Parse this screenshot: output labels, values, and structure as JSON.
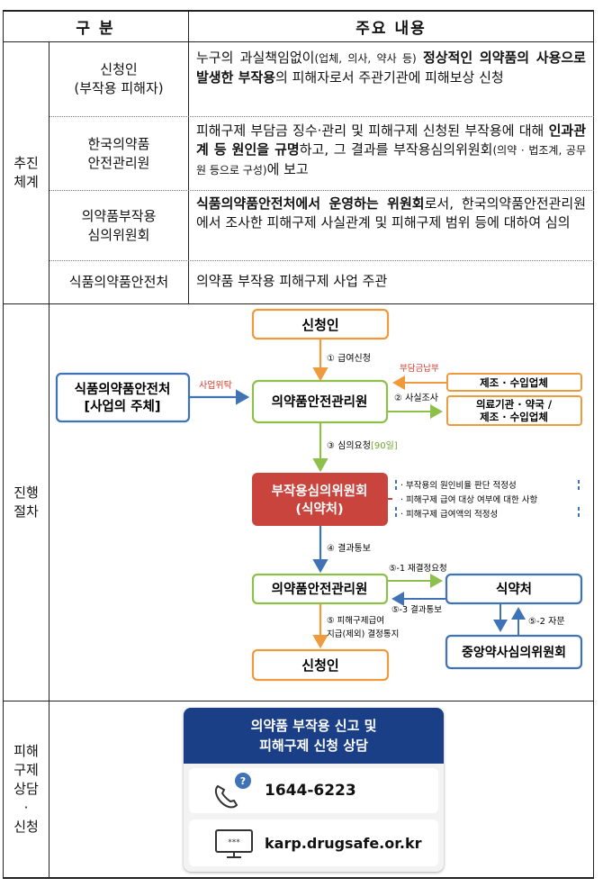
{
  "header": {
    "category": "구  분",
    "content": "주요 내용"
  },
  "sections": {
    "system": "추진\n체계",
    "procedure": "진행\n절차",
    "consult": "피해\n구제\n상담\n·\n신청"
  },
  "rows": [
    {
      "label": "신청인\n(부작용 피해자)",
      "parts": [
        {
          "t": "누구의 과실책임없이",
          "s": "n"
        },
        {
          "t": "(업체, 의사, 약사 등)",
          "s": "s"
        },
        {
          "t": " ",
          "s": "n"
        },
        {
          "t": "정상적인 의약품의 사용으로 발생한 부작용",
          "s": "b"
        },
        {
          "t": "의 피해자로서 주관기관에 피해보상 신청",
          "s": "n"
        }
      ]
    },
    {
      "label": "한국의약품\n안전관리원",
      "parts": [
        {
          "t": "피해구제 부담금 징수·관리 및 피해구제 신청된 부작용에 대해 ",
          "s": "n"
        },
        {
          "t": "인과관계 등 원인을 규명",
          "s": "b"
        },
        {
          "t": "하고, 그 결과를 부작용심의위원회",
          "s": "n"
        },
        {
          "t": "(의약 · 법조계, 공무원 등으로 구성)",
          "s": "s"
        },
        {
          "t": "에 보고",
          "s": "n"
        }
      ]
    },
    {
      "label": "의약품부작용\n심의위원회",
      "parts": [
        {
          "t": "식품의약품안전처에서 운영하는 위원회",
          "s": "b"
        },
        {
          "t": "로서, 한국의약품안전관리원에서 조사한 피해구제 사실관계 및 피해구제 범위 등에 대하여 심의",
          "s": "n"
        }
      ]
    },
    {
      "label": "식품의약품안전처",
      "parts": [
        {
          "t": "의약품 부작용 피해구제 사업 주관",
          "s": "n"
        }
      ]
    }
  ],
  "flow": {
    "applicant_top": "신청인",
    "step1": "① 급여신청",
    "burden": "부담금납부",
    "manufacturer": "제조 · 수입업체",
    "mfds_box": "식품의약품안전처\n[사업의 주체]",
    "entrust": "사업위탁",
    "kids": "의약품안전관리원",
    "step2": "② 사실조사",
    "hospital": "의료기관 · 약국 /\n제조 · 수입업체",
    "step3": "③ 심의요청",
    "step3_days": "[90일]",
    "committee": "부작용심의위원회\n(식약처)",
    "review_items": [
      "· 부작용의 원인비율 판단 적정성",
      "· 피해구제 급여 대상 여부에 대한 사항",
      "· 피해구제 급여액의 적정성"
    ],
    "step4": "④ 결과통보",
    "kids2": "의약품안전관리원",
    "mfds2": "식약처",
    "step5_1": "⑤-1 재결정요청",
    "step5_3": "⑤-3 결과통보",
    "step5_2": "⑤-2 자문",
    "central": "중앙약사심의위원회",
    "step5": "⑤ 피해구제급여\n지급(제외) 결정통지",
    "applicant_bottom": "신청인",
    "colors": {
      "orange": "#ee9a3d",
      "green": "#8fbf4b",
      "blue": "#3f73b5",
      "red": "#c9443d"
    }
  },
  "contact": {
    "title": "의약품 부작용 신고 및\n피해구제 신청 상담",
    "phone": "1644-6223",
    "website": "karp.drugsafe.or.kr",
    "colors": {
      "navy": "#1a3f86"
    }
  }
}
